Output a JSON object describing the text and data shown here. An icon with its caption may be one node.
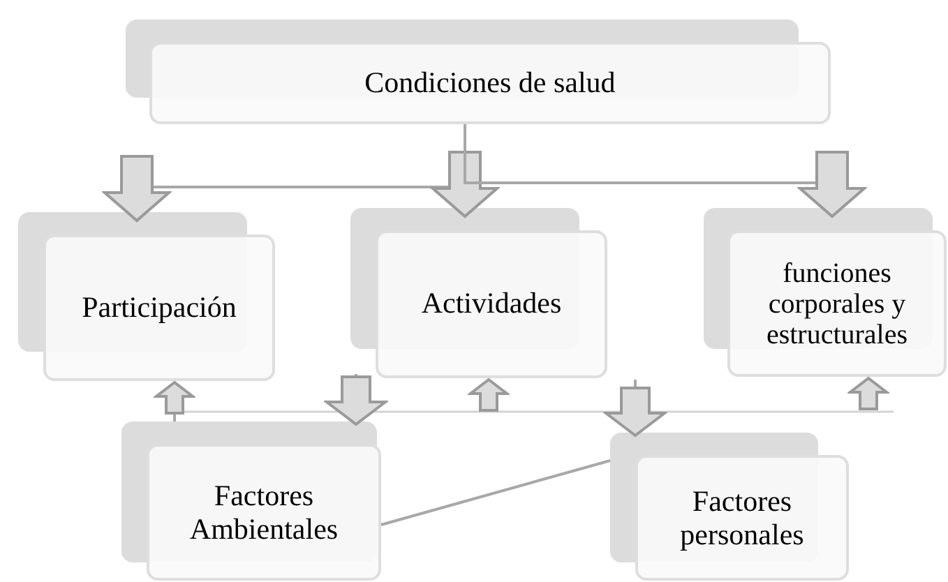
{
  "diagram": {
    "nodes": [
      {
        "text": [
          "Condiciones de salud"
        ]
      },
      {
        "text": [
          "Participación"
        ]
      },
      {
        "text": [
          "Actividades"
        ]
      },
      {
        "text": [
          "funciones corporales y estructurales"
        ]
      },
      {
        "text": [
          "Factores Ambientales"
        ]
      },
      {
        "text": [
          "Factores personales"
        ]
      }
    ],
    "edges": [
      {
        "from": 0,
        "to": 1,
        "arrow": "to"
      },
      {
        "from": 0,
        "to": 2,
        "arrow": "to"
      },
      {
        "from": 0,
        "to": 3,
        "arrow": "to"
      },
      {
        "from": 4,
        "to": 1,
        "arrow": "to"
      },
      {
        "from": null,
        "to": 2,
        "arrow": "to"
      },
      {
        "from": null,
        "to": 3,
        "arrow": "to"
      },
      {
        "from": null,
        "to": 4,
        "arrow": "to"
      },
      {
        "from": null,
        "to": 5,
        "arrow": "to"
      },
      {
        "from": 4,
        "to": 5,
        "arrow": "none"
      }
    ]
  }
}
